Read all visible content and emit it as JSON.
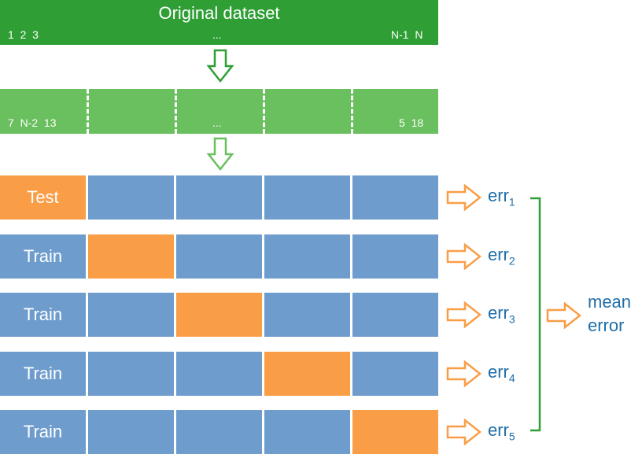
{
  "original": {
    "title": "Original dataset",
    "left_indices": "1  2  3",
    "ellipsis": "...",
    "right_indices": "N-1  N"
  },
  "shuffled": {
    "left_indices": "7  N-2  13",
    "ellipsis": "...",
    "right_indices": "5  18"
  },
  "rows": [
    {
      "label": "Test",
      "err_base": "err",
      "err_sub": "1",
      "test_fold": 0
    },
    {
      "label": "Train",
      "err_base": "err",
      "err_sub": "2",
      "test_fold": 1
    },
    {
      "label": "Train",
      "err_base": "err",
      "err_sub": "3",
      "test_fold": 2
    },
    {
      "label": "Train",
      "err_base": "err",
      "err_sub": "4",
      "test_fold": 3
    },
    {
      "label": "Train",
      "err_base": "err",
      "err_sub": "5",
      "test_fold": 4
    }
  ],
  "result": {
    "line1": "mean",
    "line2": "error"
  },
  "colors": {
    "dataset_green": "#2e9e35",
    "shuffled_green": "#6abf5e",
    "train_blue": "#6e9ccd",
    "test_orange": "#f99e47",
    "text_blue": "#1f6ea8",
    "bracket_green": "#2e9e35"
  }
}
